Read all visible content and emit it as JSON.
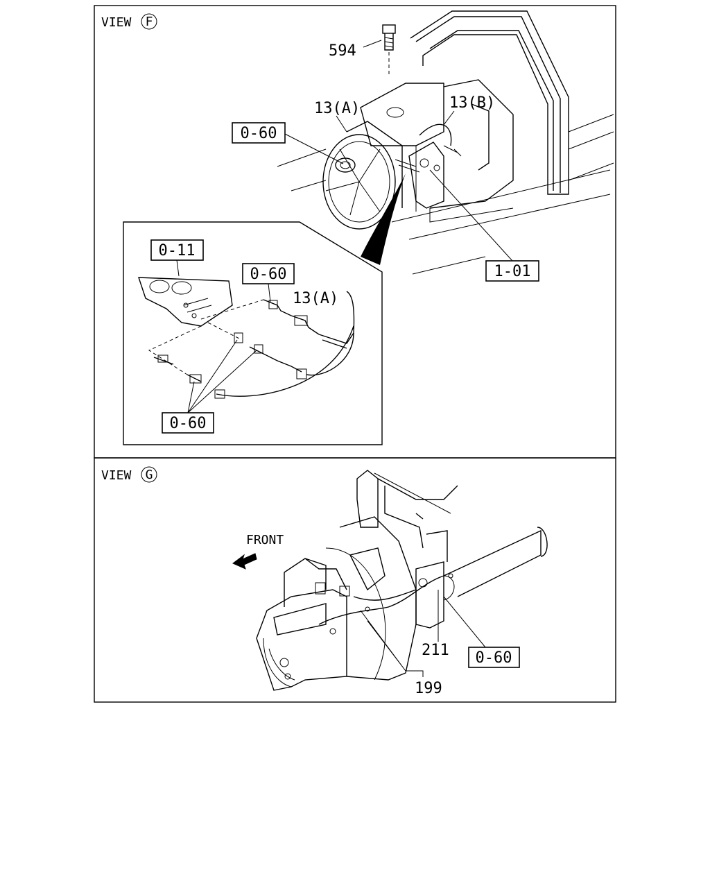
{
  "view_f": {
    "title": "VIEW",
    "letter": "F",
    "labels": {
      "l594": "594",
      "l13a": "13(A)",
      "l13b": "13(B)",
      "ref060_top": "0-60",
      "ref101": "1-01",
      "inset_ref011": "0-11",
      "inset_ref060_a": "0-60",
      "inset_13a": "13(A)",
      "inset_ref060_b": "0-60"
    }
  },
  "view_g": {
    "title": "VIEW",
    "letter": "G",
    "front": "FRONT",
    "labels": {
      "l211": "211",
      "l199": "199",
      "ref060": "0-60"
    }
  }
}
